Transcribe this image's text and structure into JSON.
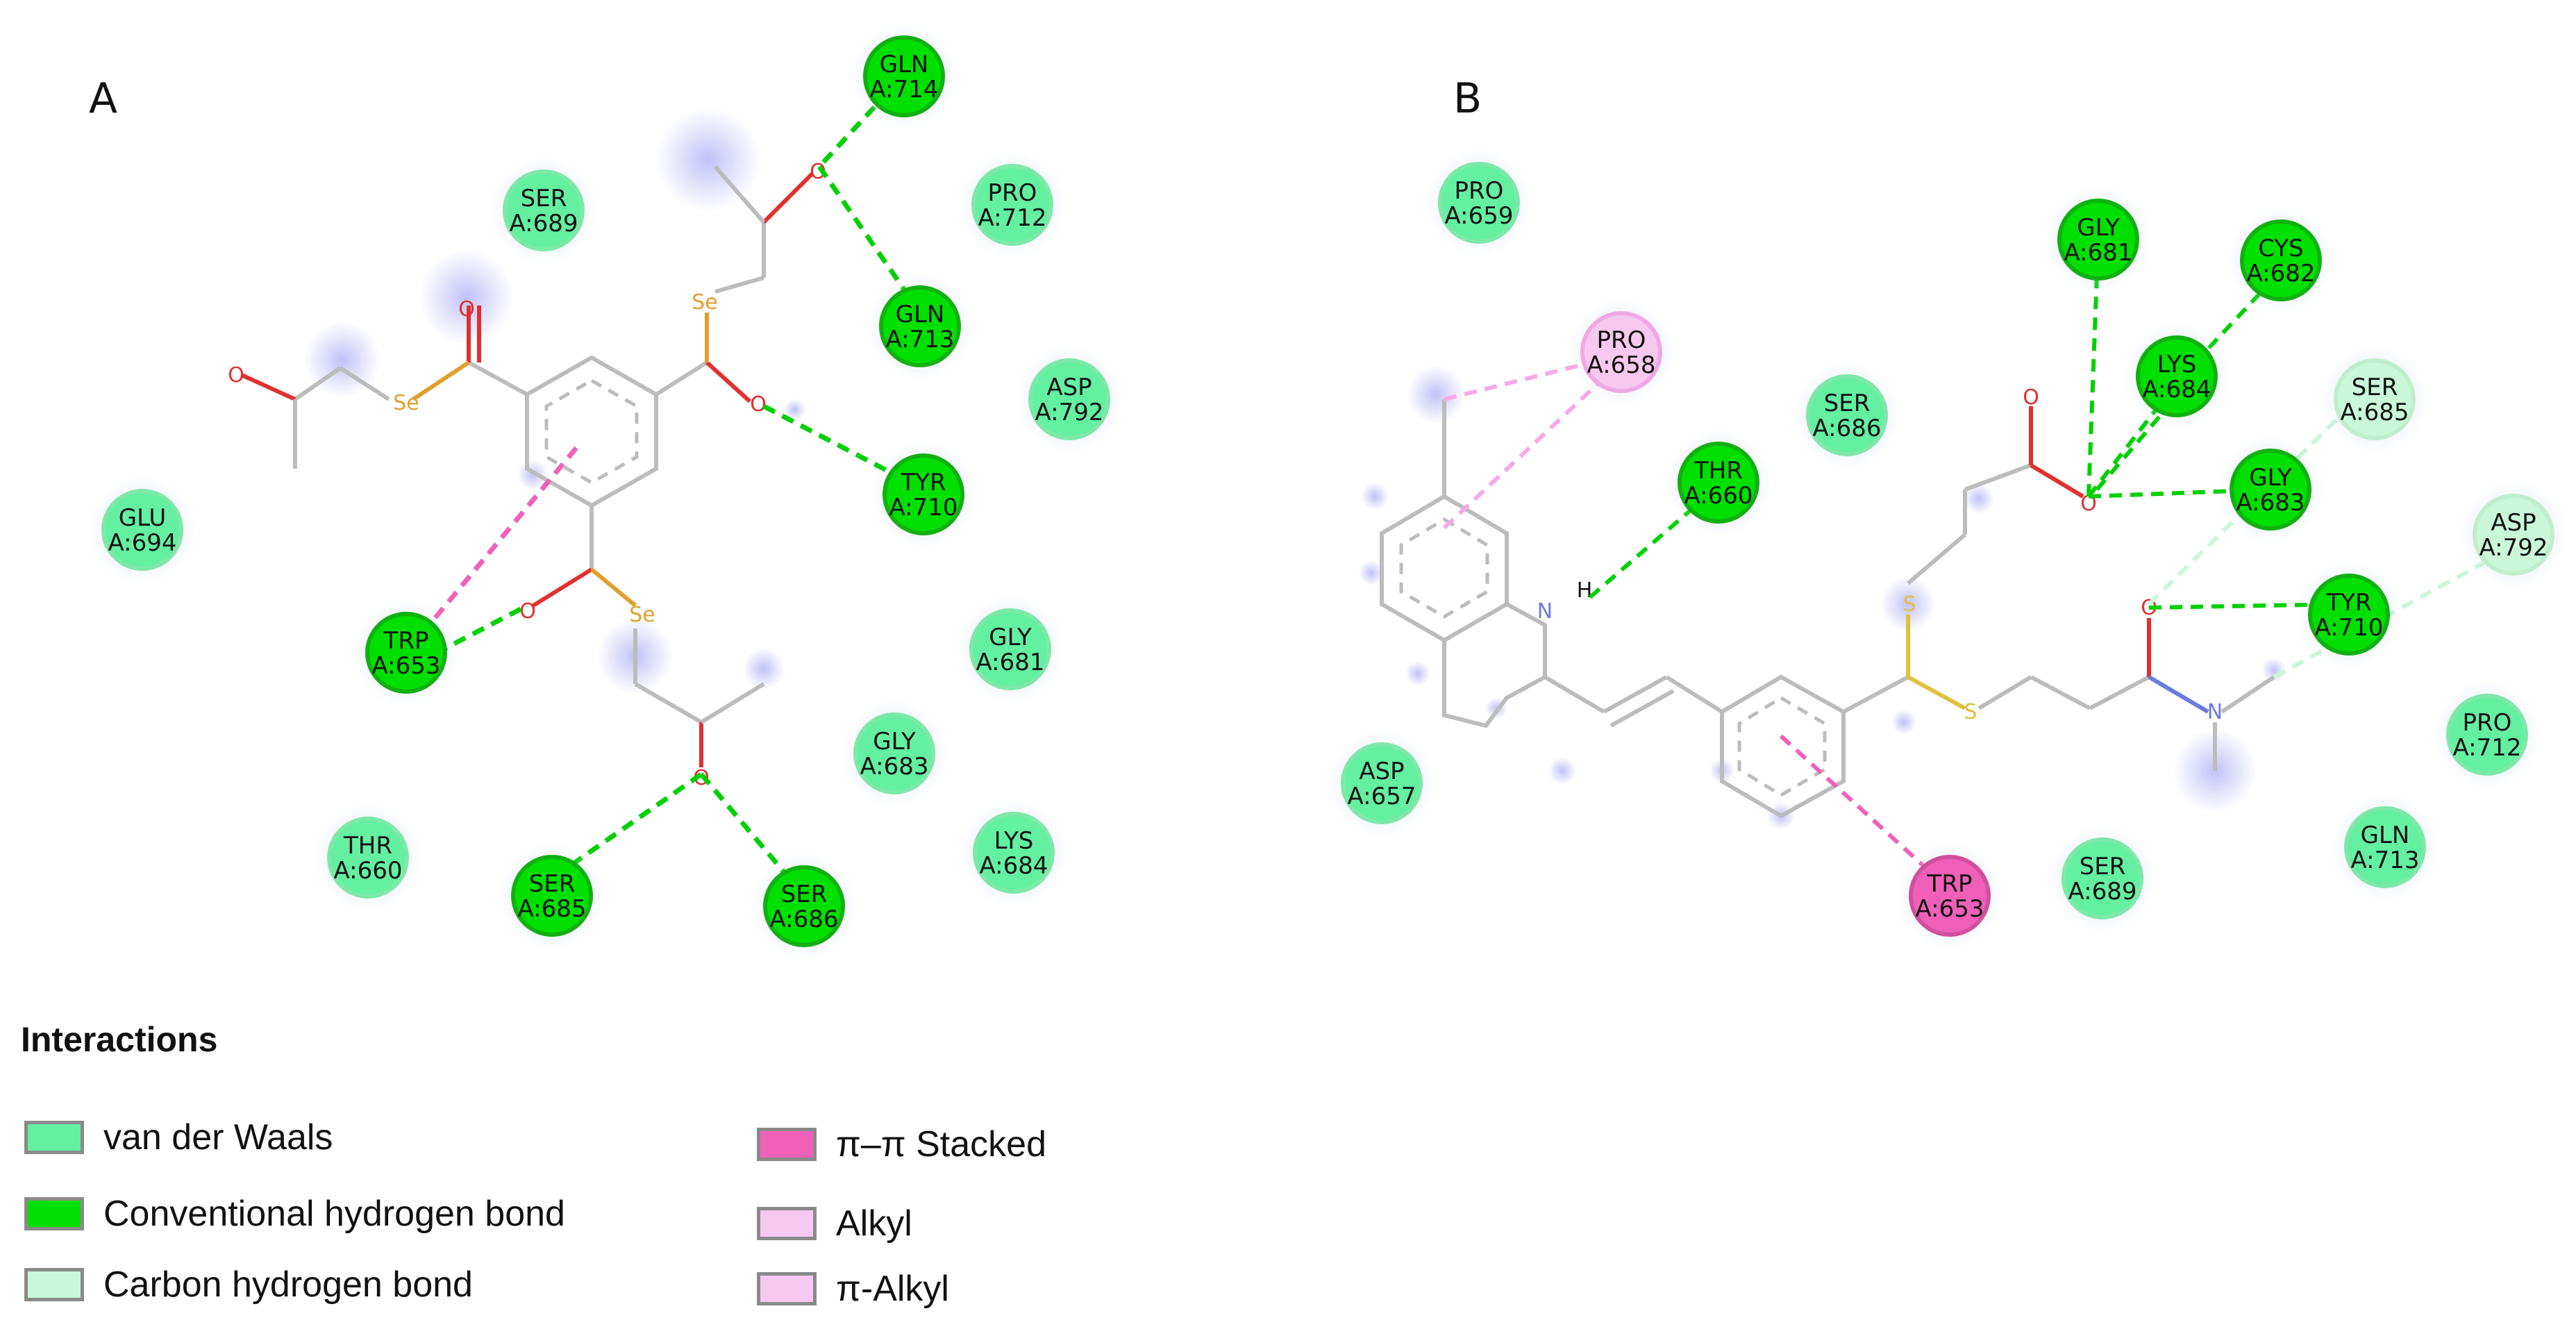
{
  "panels": {
    "a": {
      "label": "A"
    },
    "b": {
      "label": "B"
    }
  },
  "colors": {
    "vdw": "#63f0a0",
    "conv_hbond": "#00e000",
    "carbon_hbond": "#c9f7d8",
    "pipi_stacked": "#f060b8",
    "alkyl": "#f7c8f0",
    "pi_alkyl": "#f7c8f0"
  },
  "panel_a_residues": [
    {
      "name": "GLN",
      "id": "A:714",
      "type": "conv_hbond"
    },
    {
      "name": "PRO",
      "id": "A:712",
      "type": "vdw"
    },
    {
      "name": "SER",
      "id": "A:689",
      "type": "vdw"
    },
    {
      "name": "GLN",
      "id": "A:713",
      "type": "conv_hbond"
    },
    {
      "name": "ASP",
      "id": "A:792",
      "type": "vdw"
    },
    {
      "name": "TYR",
      "id": "A:710",
      "type": "conv_hbond"
    },
    {
      "name": "GLU",
      "id": "A:694",
      "type": "vdw"
    },
    {
      "name": "TRP",
      "id": "A:653",
      "type": "conv_hbond"
    },
    {
      "name": "GLY",
      "id": "A:681",
      "type": "vdw"
    },
    {
      "name": "GLY",
      "id": "A:683",
      "type": "vdw"
    },
    {
      "name": "THR",
      "id": "A:660",
      "type": "vdw"
    },
    {
      "name": "LYS",
      "id": "A:684",
      "type": "vdw"
    },
    {
      "name": "SER",
      "id": "A:685",
      "type": "conv_hbond"
    },
    {
      "name": "SER",
      "id": "A:686",
      "type": "conv_hbond"
    }
  ],
  "panel_b_residues": [
    {
      "name": "PRO",
      "id": "A:659",
      "type": "vdw"
    },
    {
      "name": "PRO",
      "id": "A:658",
      "type": "alkyl"
    },
    {
      "name": "GLY",
      "id": "A:681",
      "type": "conv_hbond"
    },
    {
      "name": "CYS",
      "id": "A:682",
      "type": "conv_hbond"
    },
    {
      "name": "LYS",
      "id": "A:684",
      "type": "conv_hbond"
    },
    {
      "name": "SER",
      "id": "A:686",
      "type": "vdw"
    },
    {
      "name": "THR",
      "id": "A:660",
      "type": "conv_hbond"
    },
    {
      "name": "SER",
      "id": "A:685",
      "type": "carbon_hbond"
    },
    {
      "name": "GLY",
      "id": "A:683",
      "type": "conv_hbond"
    },
    {
      "name": "ASP",
      "id": "A:792",
      "type": "carbon_hbond"
    },
    {
      "name": "TYR",
      "id": "A:710",
      "type": "conv_hbond"
    },
    {
      "name": "PRO",
      "id": "A:712",
      "type": "vdw"
    },
    {
      "name": "ASP",
      "id": "A:657",
      "type": "vdw"
    },
    {
      "name": "TRP",
      "id": "A:653",
      "type": "pipi_stacked"
    },
    {
      "name": "SER",
      "id": "A:689",
      "type": "vdw"
    },
    {
      "name": "GLN",
      "id": "A:713",
      "type": "vdw"
    }
  ],
  "atoms": {
    "oxygen": "O",
    "selenium": "Se",
    "nitrogen": "N",
    "hydrogen": "H",
    "sulfur": "S"
  },
  "legend": {
    "title": "Interactions",
    "items": [
      {
        "key": "vdw",
        "label": "van der Waals"
      },
      {
        "key": "conv_hbond",
        "label": "Conventional hydrogen bond"
      },
      {
        "key": "carbon_hbond",
        "label": "Carbon hydrogen bond"
      },
      {
        "key": "pipi_stacked",
        "label": "π–π Stacked"
      },
      {
        "key": "alkyl",
        "label": "Alkyl"
      },
      {
        "key": "pi_alkyl",
        "label": "π-Alkyl"
      }
    ]
  }
}
